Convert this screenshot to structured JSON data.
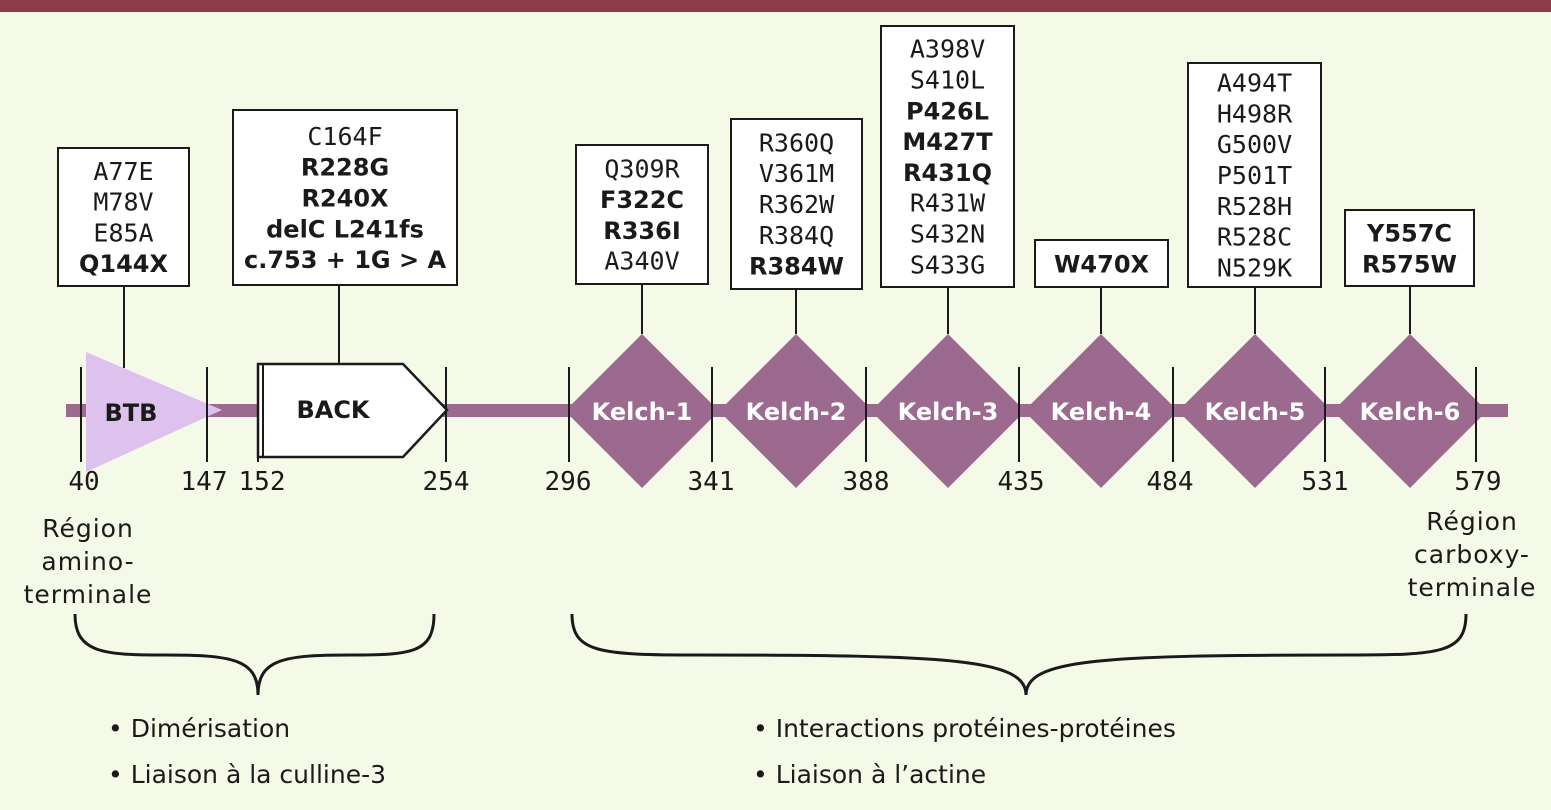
{
  "colors": {
    "top_bar": "#8e3a4a",
    "background": "#f5fae8",
    "backbone": "#9b6a8e",
    "kelch": "#9b6a8e",
    "btb": "#dcc2ec",
    "ink": "#1a1a1a"
  },
  "domains": {
    "btb": "BTB",
    "back": "BACK",
    "kelch": [
      "Kelch-1",
      "Kelch-2",
      "Kelch-3",
      "Kelch-4",
      "Kelch-5",
      "Kelch-6"
    ]
  },
  "positions": [
    "40",
    "147",
    "152",
    "254",
    "296",
    "341",
    "388",
    "435",
    "484",
    "531",
    "579"
  ],
  "mutation_groups": [
    {
      "domain": "BTB",
      "items": [
        {
          "text": "A77E",
          "bold": false
        },
        {
          "text": "M78V",
          "bold": false
        },
        {
          "text": "E85A",
          "bold": false
        },
        {
          "text": "Q144X",
          "bold": true
        }
      ]
    },
    {
      "domain": "BACK",
      "items": [
        {
          "text": "C164F",
          "bold": false
        },
        {
          "text": "R228G",
          "bold": true
        },
        {
          "text": "R240X",
          "bold": true
        },
        {
          "text": "delC L241fs",
          "bold": true
        },
        {
          "text": "c.753 + 1G > A",
          "bold": true
        }
      ]
    },
    {
      "domain": "Kelch-1",
      "items": [
        {
          "text": "Q309R",
          "bold": false
        },
        {
          "text": "F322C",
          "bold": true
        },
        {
          "text": "R336I",
          "bold": true
        },
        {
          "text": "A340V",
          "bold": false
        }
      ]
    },
    {
      "domain": "Kelch-2",
      "items": [
        {
          "text": "R360Q",
          "bold": false
        },
        {
          "text": "V361M",
          "bold": false
        },
        {
          "text": "R362W",
          "bold": false
        },
        {
          "text": "R384Q",
          "bold": false
        },
        {
          "text": "R384W",
          "bold": true
        }
      ]
    },
    {
      "domain": "Kelch-3",
      "items": [
        {
          "text": "A398V",
          "bold": false
        },
        {
          "text": "S410L",
          "bold": false
        },
        {
          "text": "P426L",
          "bold": true
        },
        {
          "text": "M427T",
          "bold": true
        },
        {
          "text": "R431Q",
          "bold": true
        },
        {
          "text": "R431W",
          "bold": false
        },
        {
          "text": "S432N",
          "bold": false
        },
        {
          "text": "S433G",
          "bold": false
        }
      ]
    },
    {
      "domain": "Kelch-4",
      "items": [
        {
          "text": "W470X",
          "bold": true
        }
      ]
    },
    {
      "domain": "Kelch-5",
      "items": [
        {
          "text": "A494T",
          "bold": false
        },
        {
          "text": "H498R",
          "bold": false
        },
        {
          "text": "G500V",
          "bold": false
        },
        {
          "text": "P501T",
          "bold": false
        },
        {
          "text": "R528H",
          "bold": false
        },
        {
          "text": "R528C",
          "bold": false
        },
        {
          "text": "N529K",
          "bold": false
        }
      ]
    },
    {
      "domain": "Kelch-6",
      "items": [
        {
          "text": "Y557C",
          "bold": true
        },
        {
          "text": "R575W",
          "bold": true
        }
      ]
    }
  ],
  "regions": {
    "amino": [
      "Région",
      "amino-",
      "terminale"
    ],
    "carboxy": [
      "Région",
      "carboxy-",
      "terminale"
    ]
  },
  "functions": {
    "left": [
      "• Dimérisation",
      "• Liaison à la culline-3"
    ],
    "right": [
      "• Interactions protéines-protéines",
      "• Liaison à l’actine"
    ]
  }
}
